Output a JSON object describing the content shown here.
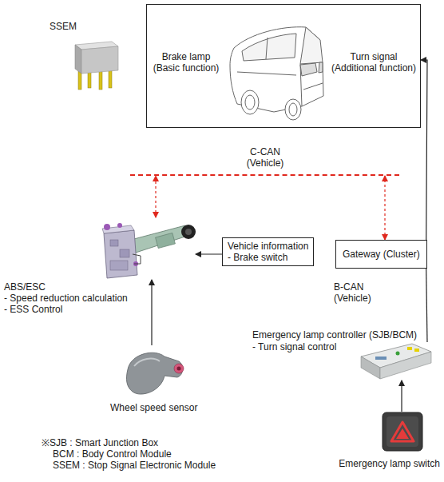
{
  "diagram": {
    "nodes": [
      {
        "text": [
          "Brake lamp (Basic function)",
          "Turn signal (Additional function)"
        ]
      },
      {
        "text": [
          "C-CAN (Vehicle)"
        ]
      },
      {
        "text": [
          "ABS/ESC",
          "- Speed reduction calculation - ESS Control"
        ]
      },
      {
        "text": [
          "Vehicle information",
          "- Brake switch"
        ]
      },
      {
        "text": [
          "Gateway (Cluster)"
        ]
      },
      {
        "text": [
          "Wheel speed sensor"
        ]
      },
      {
        "text": [
          "Emergency lamp controller (SJB/BCM)",
          "- Turn signal control"
        ]
      },
      {
        "text": [
          "Emergency lamp switch"
        ]
      }
    ],
    "edges": [
      {
        "from": 5,
        "to": 2,
        "arrow": "to"
      },
      {
        "from": 3,
        "to": 2,
        "arrow": "to"
      },
      {
        "from": 2,
        "to": 1,
        "arrow": "both"
      },
      {
        "from": 4,
        "to": 1,
        "arrow": "both"
      },
      {
        "from": 7,
        "to": 6,
        "arrow": "to"
      },
      {
        "from": 6,
        "to": 4,
        "label": "B-CAN (Vehicle)",
        "arrow": "none"
      },
      {
        "from": 4,
        "to": 0,
        "arrow": "to"
      }
    ],
    "labels": [
      "SSEM",
      "※SJB : Smart Junction Box",
      "BCM : Body Control Module",
      "SSEM : Stop Signal Electronic Module"
    ]
  }
}
